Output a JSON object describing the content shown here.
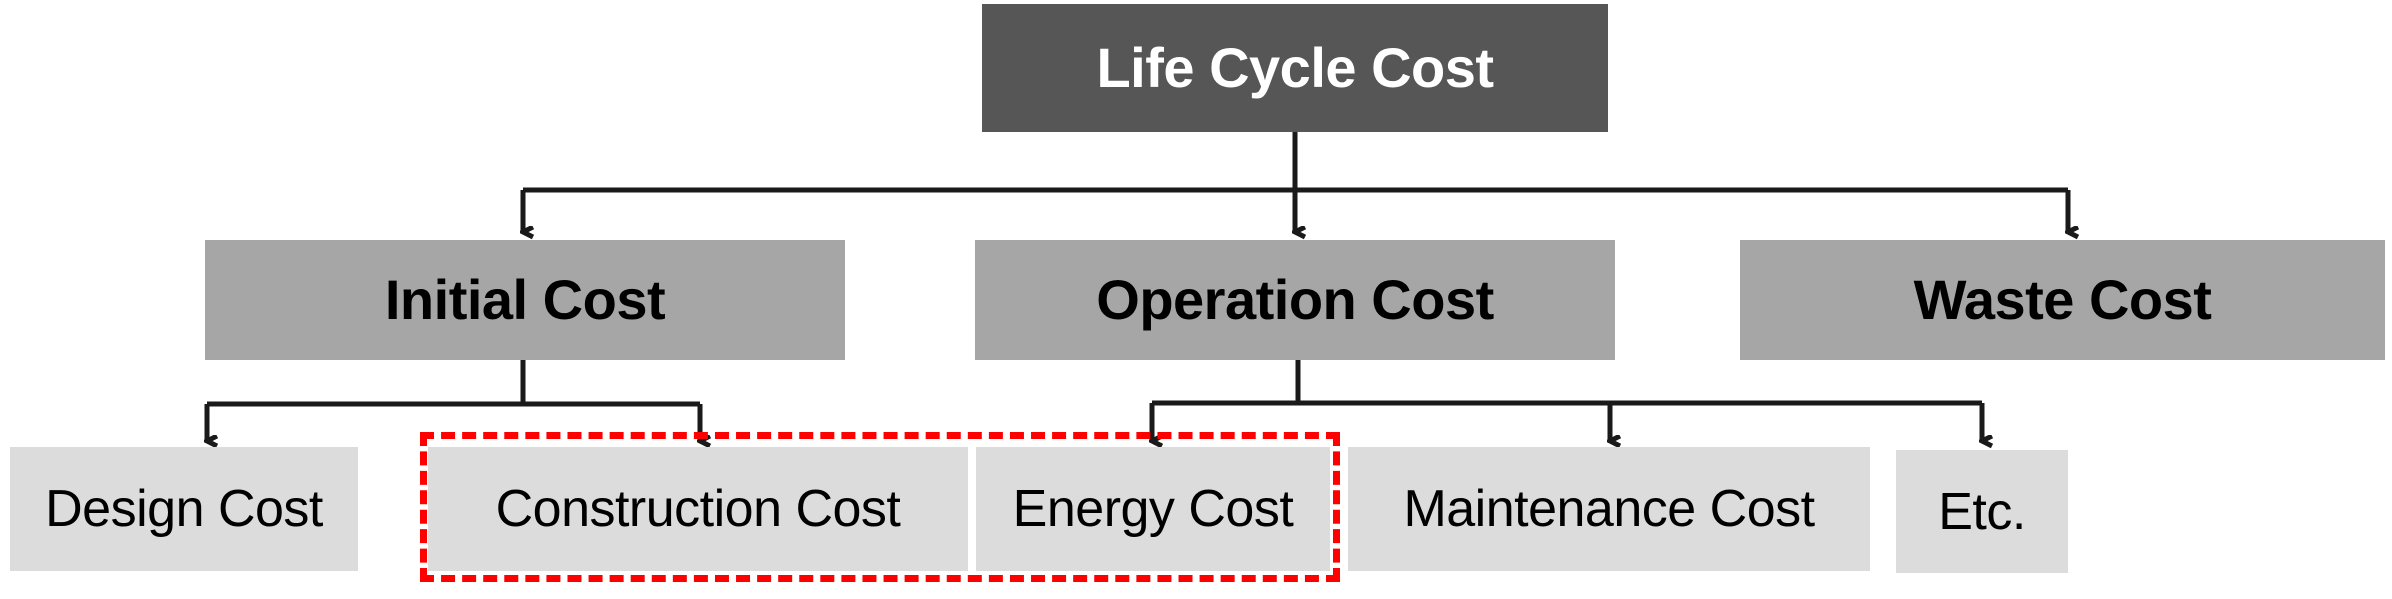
{
  "diagram": {
    "title_node": {
      "label": "Life Cycle Cost",
      "level": 1,
      "fill": "#565656",
      "text_color": "#ffffff"
    },
    "level2": [
      {
        "label": "Initial Cost",
        "fill": "#a6a6a6",
        "text_color": "#000000"
      },
      {
        "label": "Operation Cost",
        "fill": "#a6a6a6",
        "text_color": "#000000"
      },
      {
        "label": "Waste Cost",
        "fill": "#a6a6a6",
        "text_color": "#000000"
      }
    ],
    "level3": [
      {
        "label": "Design Cost",
        "parent": "Initial Cost",
        "fill": "#dcdcdc",
        "text_color": "#000000",
        "highlighted": false
      },
      {
        "label": "Construction Cost",
        "parent": "Initial Cost",
        "fill": "#dcdcdc",
        "text_color": "#000000",
        "highlighted": true
      },
      {
        "label": "Energy Cost",
        "parent": "Operation Cost",
        "fill": "#dcdcdc",
        "text_color": "#000000",
        "highlighted": true
      },
      {
        "label": "Maintenance Cost",
        "parent": "Operation Cost",
        "fill": "#dcdcdc",
        "text_color": "#000000",
        "highlighted": false
      },
      {
        "label": "Etc.",
        "parent": "Operation Cost",
        "fill": "#dcdcdc",
        "text_color": "#000000",
        "highlighted": false
      }
    ],
    "highlight": {
      "color": "#ff0000",
      "style": "dashed",
      "covers": [
        "Construction Cost",
        "Energy Cost"
      ]
    },
    "connector_color": "#1a1a1a",
    "background": "#ffffff"
  }
}
